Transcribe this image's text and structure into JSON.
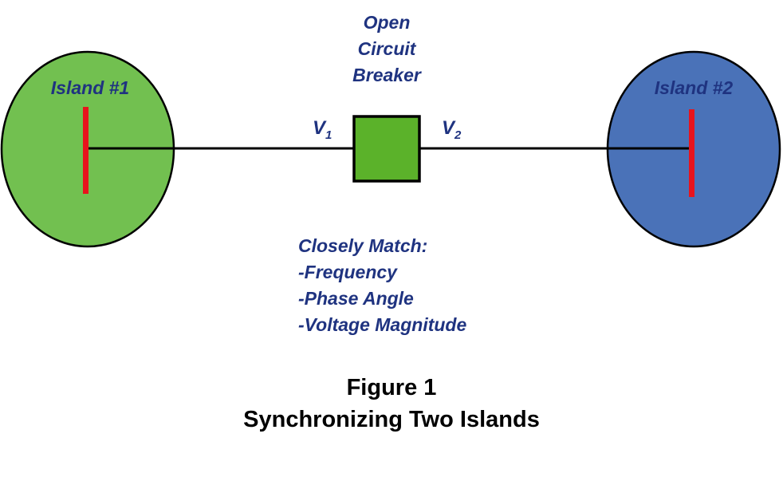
{
  "breaker": {
    "label_lines": [
      "Open",
      "Circuit",
      "Breaker"
    ]
  },
  "islands": [
    {
      "label": "Island #1",
      "color": "#72c050"
    },
    {
      "label": "Island #2",
      "color": "#4a72b8"
    }
  ],
  "voltages": [
    {
      "symbol": "V",
      "subscript": "1"
    },
    {
      "symbol": "V",
      "subscript": "2"
    }
  ],
  "match": {
    "heading": "Closely Match:",
    "items": [
      "-Frequency",
      "-Phase Angle",
      "-Voltage Magnitude"
    ]
  },
  "caption": {
    "line1": "Figure 1",
    "line2": "Synchronizing Two Islands"
  },
  "colors": {
    "label_text": "#1f3380",
    "breaker_fill": "#5bb22a",
    "busbar": "#e8141c",
    "line": "#000000"
  }
}
